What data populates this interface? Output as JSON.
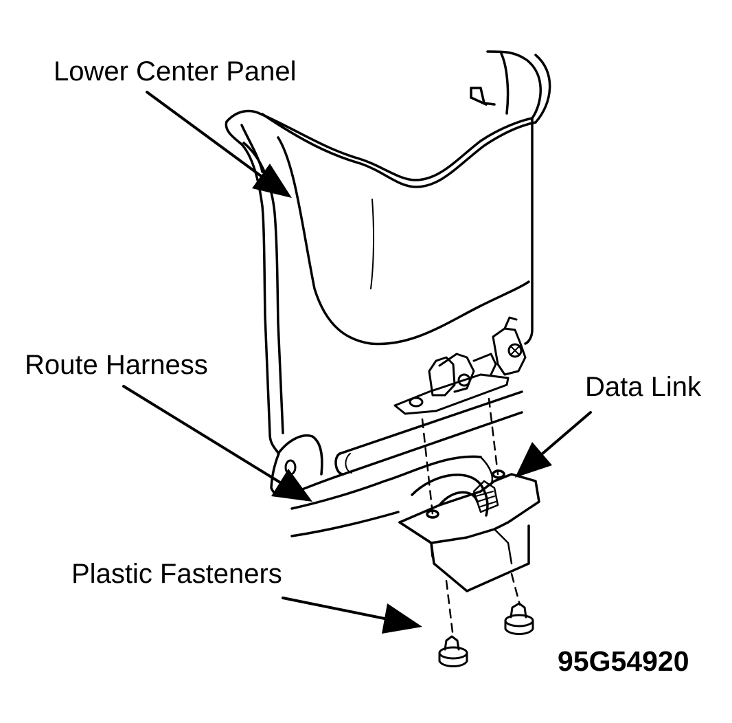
{
  "labels": {
    "lower_center_panel": "Lower Center Panel",
    "route_harness": "Route Harness",
    "data_link": "Data Link",
    "plastic_fasteners": "Plastic Fasteners"
  },
  "figure_code": "95G54920",
  "colors": {
    "line": "#000000",
    "background": "#ffffff"
  }
}
